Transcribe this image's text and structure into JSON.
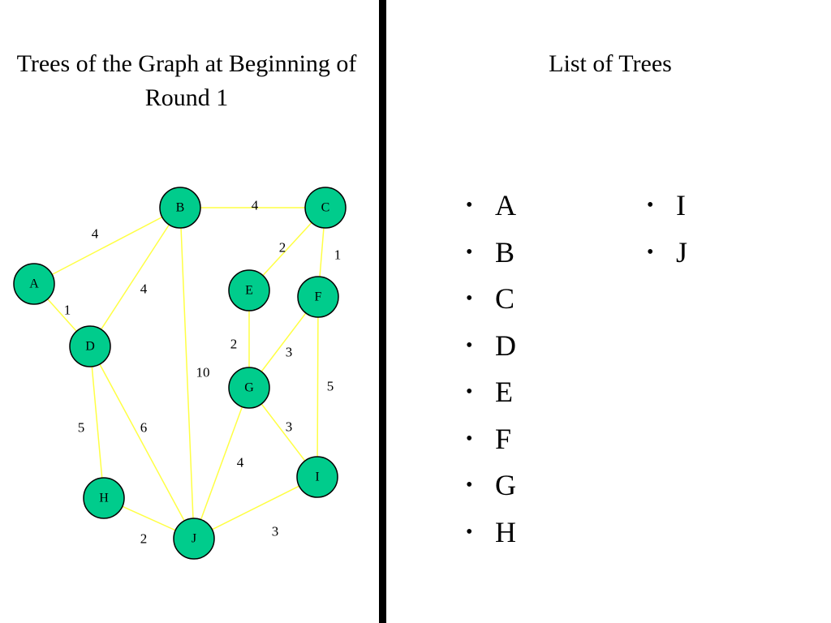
{
  "left_title": "Trees of the Graph at Beginning of Round 1",
  "right_title": "List of Trees",
  "graph": {
    "nodes": [
      {
        "id": "A",
        "label": "A"
      },
      {
        "id": "B",
        "label": "B"
      },
      {
        "id": "C",
        "label": "C"
      },
      {
        "id": "D",
        "label": "D"
      },
      {
        "id": "E",
        "label": "E"
      },
      {
        "id": "F",
        "label": "F"
      },
      {
        "id": "G",
        "label": "G"
      },
      {
        "id": "H",
        "label": "H"
      },
      {
        "id": "I",
        "label": "I"
      },
      {
        "id": "J",
        "label": "J"
      }
    ],
    "edges": [
      {
        "from": "A",
        "to": "B",
        "weight": "4"
      },
      {
        "from": "B",
        "to": "C",
        "weight": "4"
      },
      {
        "from": "A",
        "to": "D",
        "weight": "1"
      },
      {
        "from": "B",
        "to": "D",
        "weight": "4"
      },
      {
        "from": "B",
        "to": "J",
        "weight": "10"
      },
      {
        "from": "C",
        "to": "E",
        "weight": "2"
      },
      {
        "from": "C",
        "to": "F",
        "weight": "1"
      },
      {
        "from": "E",
        "to": "G",
        "weight": "2"
      },
      {
        "from": "F",
        "to": "G",
        "weight": "3"
      },
      {
        "from": "F",
        "to": "I",
        "weight": "5"
      },
      {
        "from": "D",
        "to": "H",
        "weight": "5"
      },
      {
        "from": "D",
        "to": "J",
        "weight": "6"
      },
      {
        "from": "G",
        "to": "I",
        "weight": "3"
      },
      {
        "from": "G",
        "to": "J",
        "weight": "4"
      },
      {
        "from": "H",
        "to": "J",
        "weight": "2"
      },
      {
        "from": "I",
        "to": "J",
        "weight": "3"
      }
    ],
    "colors": {
      "node_fill": "#00cc8c",
      "edge": "#ffff44"
    }
  },
  "tree_list": {
    "bullet": "•",
    "column1": [
      "A",
      "B",
      "C",
      "D",
      "E",
      "F",
      "G",
      "H"
    ],
    "column2": [
      "I",
      "J"
    ]
  }
}
